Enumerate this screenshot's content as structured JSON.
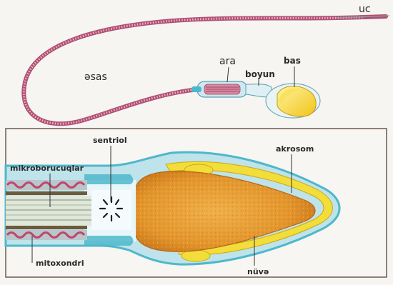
{
  "sperm_overview": {
    "labels": {
      "tail_end": "uc",
      "main_piece": "əsas",
      "middle_piece": "ara",
      "neck": "bоyun",
      "head": "bas"
    }
  },
  "head_detail": {
    "labels": {
      "centriole": "sentriol",
      "microtubules": "mikroborucuqlar",
      "acrosome": "akrosom",
      "mitochondria": "mitoxondri",
      "nucleus": "nüvə"
    }
  },
  "colors": {
    "tail_pink": "#d4809a",
    "tail_dark": "#9c3f5e",
    "cyan_membrane": "#4fb7cc",
    "light_blue": "#bfe3ea",
    "nucleus_orange": "#e39a2f",
    "acrosome_yellow": "#f3dd3a",
    "frame": "#6b5a4d"
  }
}
